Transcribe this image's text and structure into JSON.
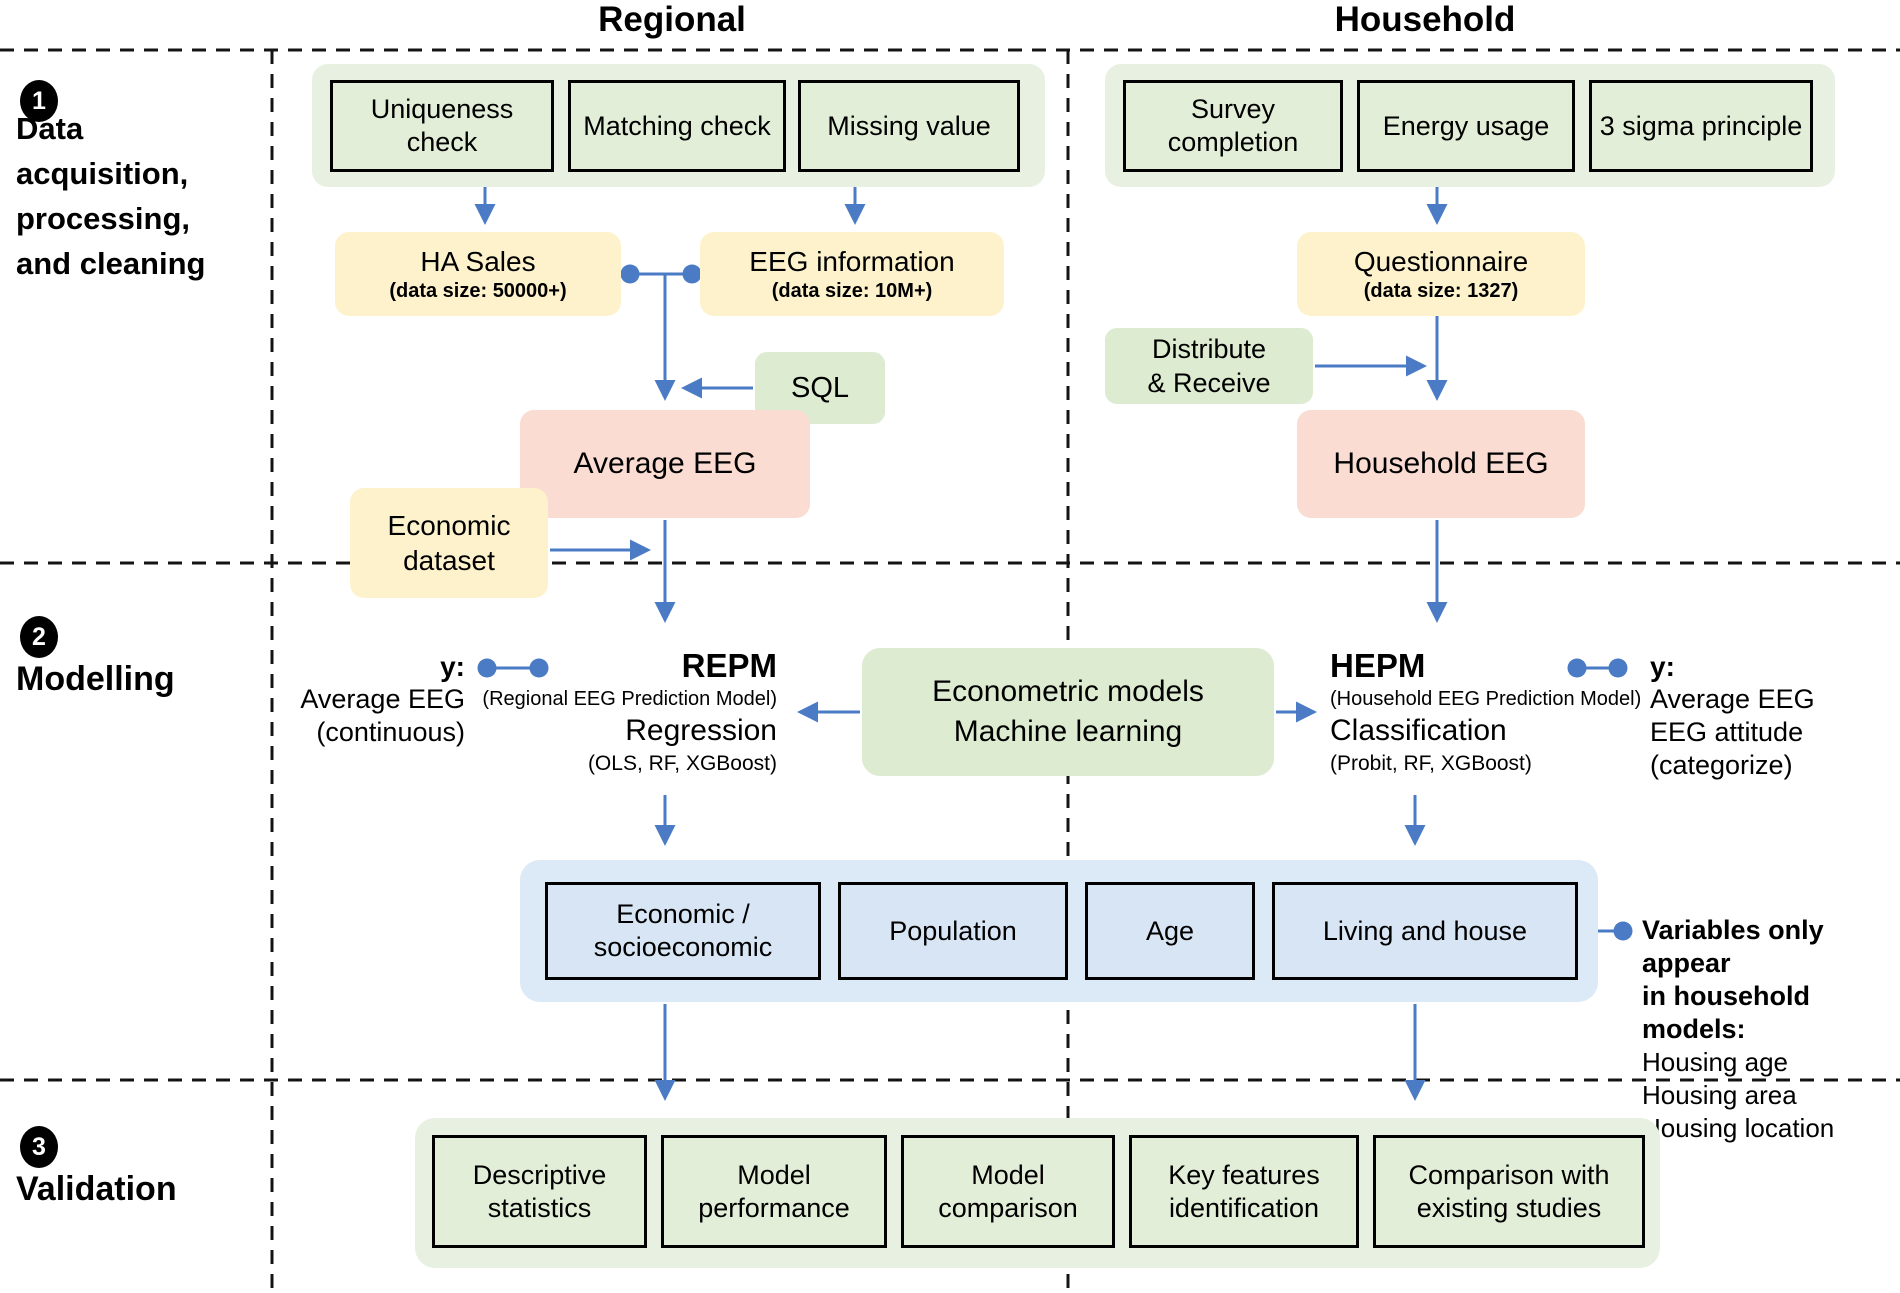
{
  "headers": {
    "regional": "Regional",
    "household": "Household"
  },
  "steps": {
    "one": {
      "num": "1",
      "lines": [
        "Data",
        "acquisition,",
        "processing,",
        "and cleaning"
      ]
    },
    "two": {
      "num": "2",
      "label": "Modelling"
    },
    "three": {
      "num": "3",
      "label": "Validation"
    }
  },
  "regional": {
    "checks": [
      "Uniqueness check",
      "Matching check",
      "Missing value"
    ],
    "ha_sales": {
      "title": "HA Sales",
      "size": "(data size: 50000+)"
    },
    "eeg_info": {
      "title": "EEG information",
      "size": "(data size: 10M+)"
    },
    "sql": "SQL",
    "avg_eeg": "Average EEG",
    "economic": {
      "line1": "Economic",
      "line2": "dataset"
    }
  },
  "household": {
    "checks": [
      "Survey completion",
      "Energy usage",
      "3 sigma principle"
    ],
    "questionnaire": {
      "title": "Questionnaire",
      "size": "(data size: 1327)"
    },
    "distribute": {
      "line1": "Distribute",
      "line2": "& Receive"
    },
    "hh_eeg": "Household EEG"
  },
  "modelling": {
    "y_left": {
      "label": "y:",
      "line1": "Average EEG",
      "line2": "(continuous)"
    },
    "repm": {
      "name": "REPM",
      "full": "(Regional EEG Prediction Model)",
      "method": "Regression",
      "algos": "(OLS, RF, XGBoost)"
    },
    "center": {
      "line1": "Econometric models",
      "line2": "Machine learning"
    },
    "hepm": {
      "name": "HEPM",
      "full": "(Household EEG Prediction Model)",
      "method": "Classification",
      "algos": "(Probit, RF, XGBoost)"
    },
    "y_right": {
      "label": "y:",
      "line1": "Average EEG",
      "line2": "EEG attitude",
      "line3": "(categorize)"
    },
    "features": [
      "Economic / socioeconomic",
      "Population",
      "Age",
      "Living and house"
    ],
    "note": {
      "bold1": "Variables only appear",
      "bold2": "in household models:",
      "items": [
        "Housing age",
        "Housing area",
        "Housing location"
      ]
    }
  },
  "validation": {
    "boxes": [
      "Descriptive statistics",
      "Model performance",
      "Model comparison",
      "Key features identification",
      "Comparison with existing studies"
    ]
  },
  "colors": {
    "arrow": "#4a7bc4",
    "dash": "#141414",
    "green_container": "#e8f1e1",
    "green_box": "#e2eed7",
    "green_plain": "#ddebd1",
    "yellow": "#fdf2cc",
    "pink": "#fadcd2",
    "blue_container": "#dce9f7",
    "blue_box": "#d7e5f4"
  }
}
